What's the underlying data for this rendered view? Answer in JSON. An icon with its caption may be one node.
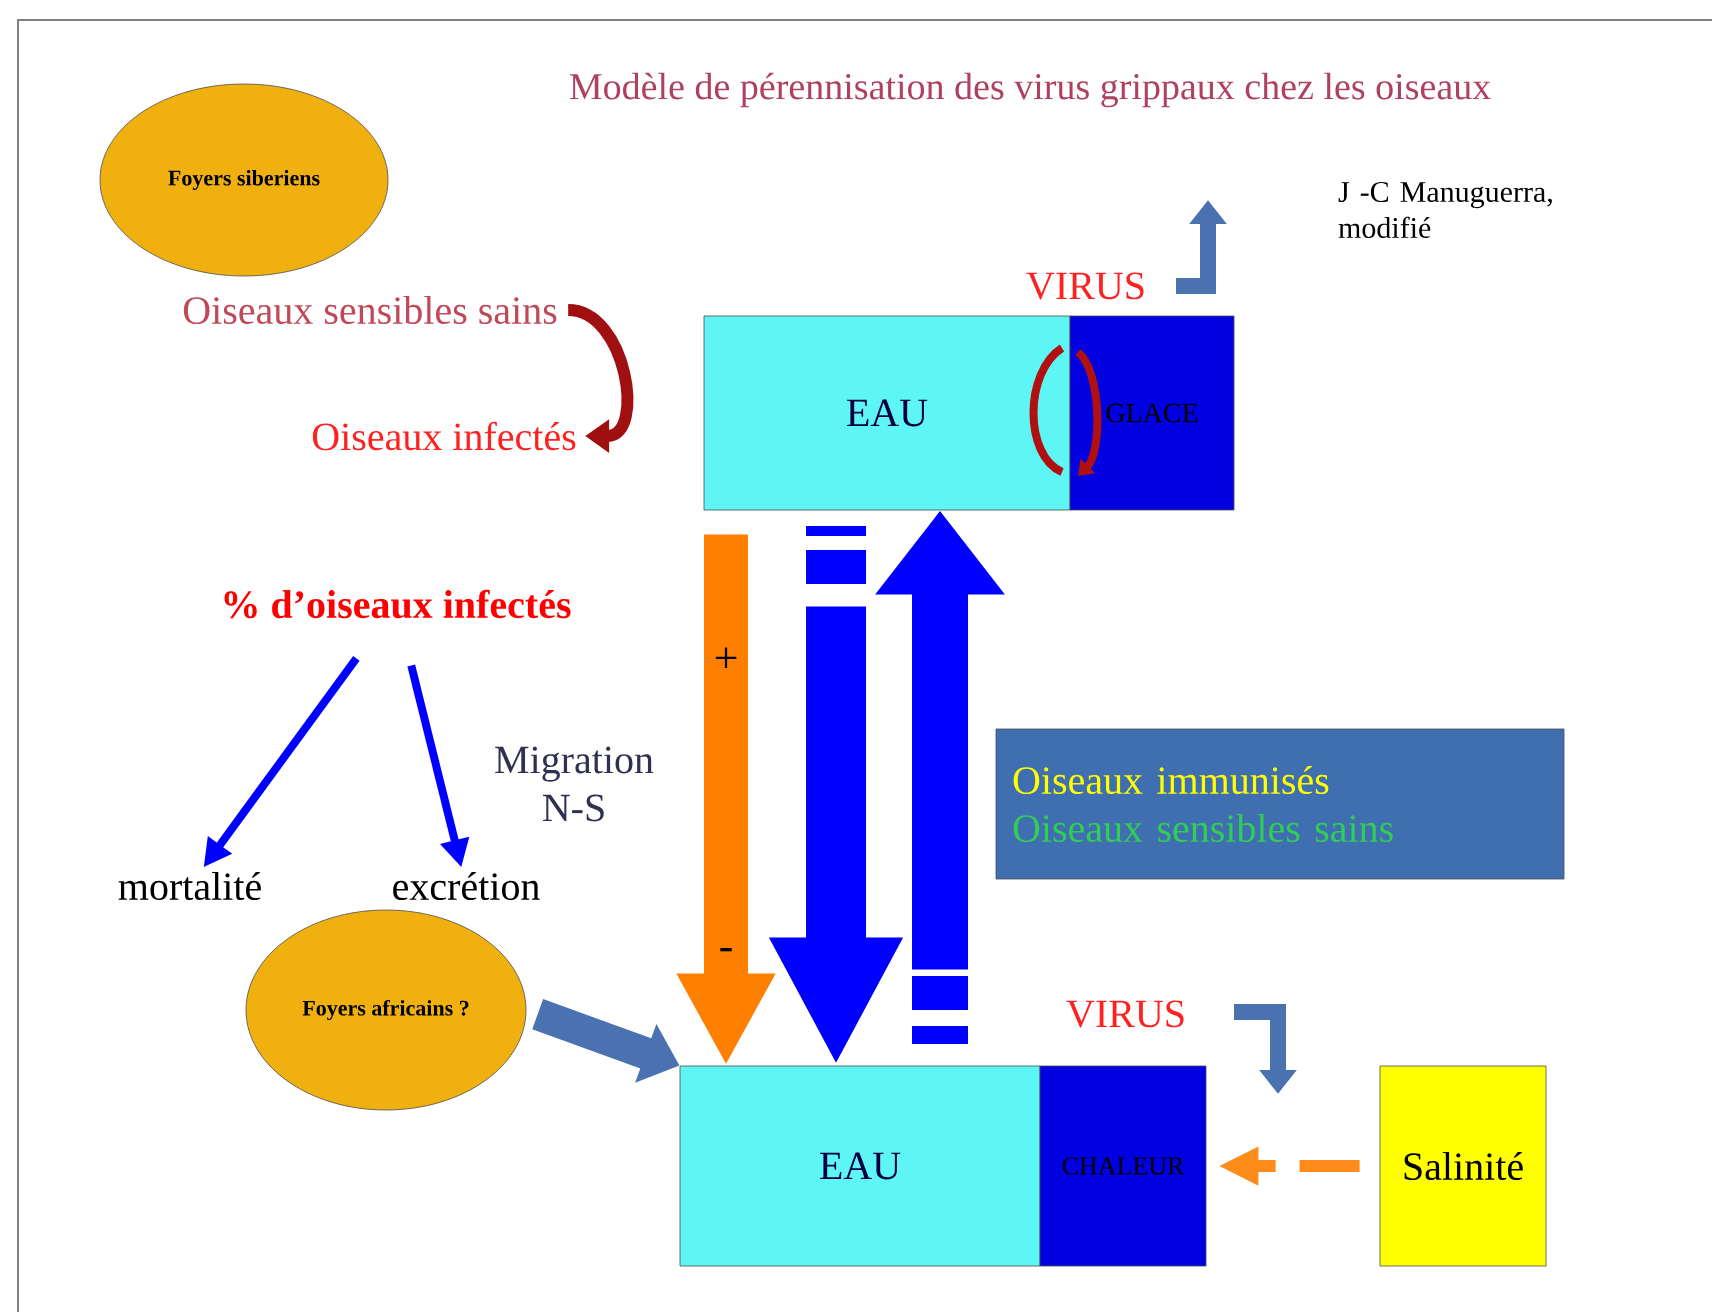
{
  "diagram": {
    "title": "Modèle de pérennisation des virus grippaux chez les oiseaux",
    "nodes": [
      {
        "text": [
          "Foyers siberiens"
        ]
      },
      {
        "text": [
          "EAU"
        ]
      },
      {
        "text": [
          "GLACE"
        ]
      },
      {
        "text": [
          "Oiseaux immunisés",
          "Oiseaux sensibles sains"
        ]
      },
      {
        "text": [
          "Foyers africains ?"
        ]
      },
      {
        "text": [
          "EAU"
        ]
      },
      {
        "text": [
          "CHALEUR"
        ]
      },
      {
        "text": [
          "Salinité"
        ]
      },
      {
        "text": [
          "% d’oiseaux infectés"
        ]
      },
      {
        "text": [
          "mortalité"
        ]
      },
      {
        "text": [
          "excrétion"
        ]
      },
      {
        "text": [
          "Oiseaux sensibles sains"
        ]
      },
      {
        "text": [
          "Oiseaux infectés"
        ]
      }
    ],
    "edges": [
      {
        "from": 8,
        "to": 9,
        "arrow": "to"
      },
      {
        "from": 8,
        "to": 10,
        "arrow": "to"
      },
      {
        "from": 4,
        "to": 5,
        "arrow": "to",
        "style": "thick",
        "color": "#4a72b0"
      },
      {
        "from": 1,
        "to": 5,
        "arrow": "to",
        "style": "thick",
        "color": "#ff8000"
      },
      {
        "from": 1,
        "to": 5,
        "arrow": "to",
        "style": "thick"
      },
      {
        "from": 5,
        "to": 1,
        "arrow": "to",
        "style": "thick"
      },
      {
        "from": 7,
        "to": 6,
        "arrow": "to",
        "style": "dashed",
        "color": "#ff8c1a"
      },
      {
        "from": 11,
        "to": 12,
        "arrow": "to",
        "color": "#a01010"
      }
    ],
    "labels": [
      "VIRUS",
      "J -C Manuguerra, modifié",
      "Migration N-S",
      "+",
      "-",
      "VIRUS"
    ]
  }
}
